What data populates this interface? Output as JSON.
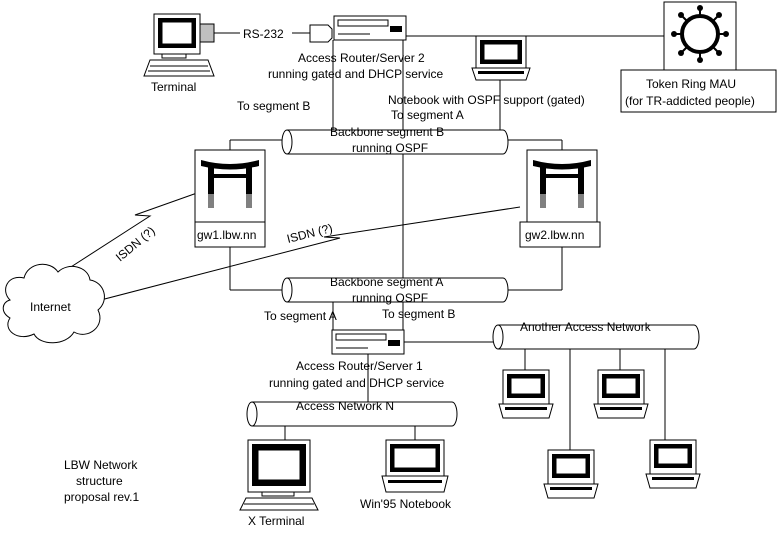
{
  "labels": {
    "rs232": "RS-232",
    "terminal": "Terminal",
    "router2_line1": "Access Router/Server 2",
    "router2_line2": "running gated and DHCP service",
    "notebook_ospf": "Notebook with OSPF support (gated)",
    "token_ring_line1": "Token Ring MAU",
    "token_ring_line2": "(for TR-addicted people)",
    "to_segment_b_top": "To segment B",
    "to_segment_a_top": "To segment A",
    "backbone_b_line1": "Backbone segment B",
    "backbone_b_line2": "running OSPF",
    "gw1": "gw1.lbw.nn",
    "gw2": "gw2.lbw.nn",
    "isdn_left": "ISDN (?)",
    "isdn_mid": "ISDN (?)",
    "internet": "Internet",
    "backbone_a_line1": "Backbone segment A",
    "backbone_a_line2": "running OSPF",
    "to_segment_a_bottom": "To segment A",
    "to_segment_b_bottom": "To segment B",
    "another_access": "Another Access Network",
    "router1_line1": "Access Router/Server 1",
    "router1_line2": "running gated and DHCP service",
    "access_network_n": "Access Network N",
    "x_terminal": "X Terminal",
    "win95_notebook": "Win'95 Notebook",
    "caption_line1": "LBW Network",
    "caption_line2": "structure",
    "caption_line3": "proposal rev.1"
  }
}
